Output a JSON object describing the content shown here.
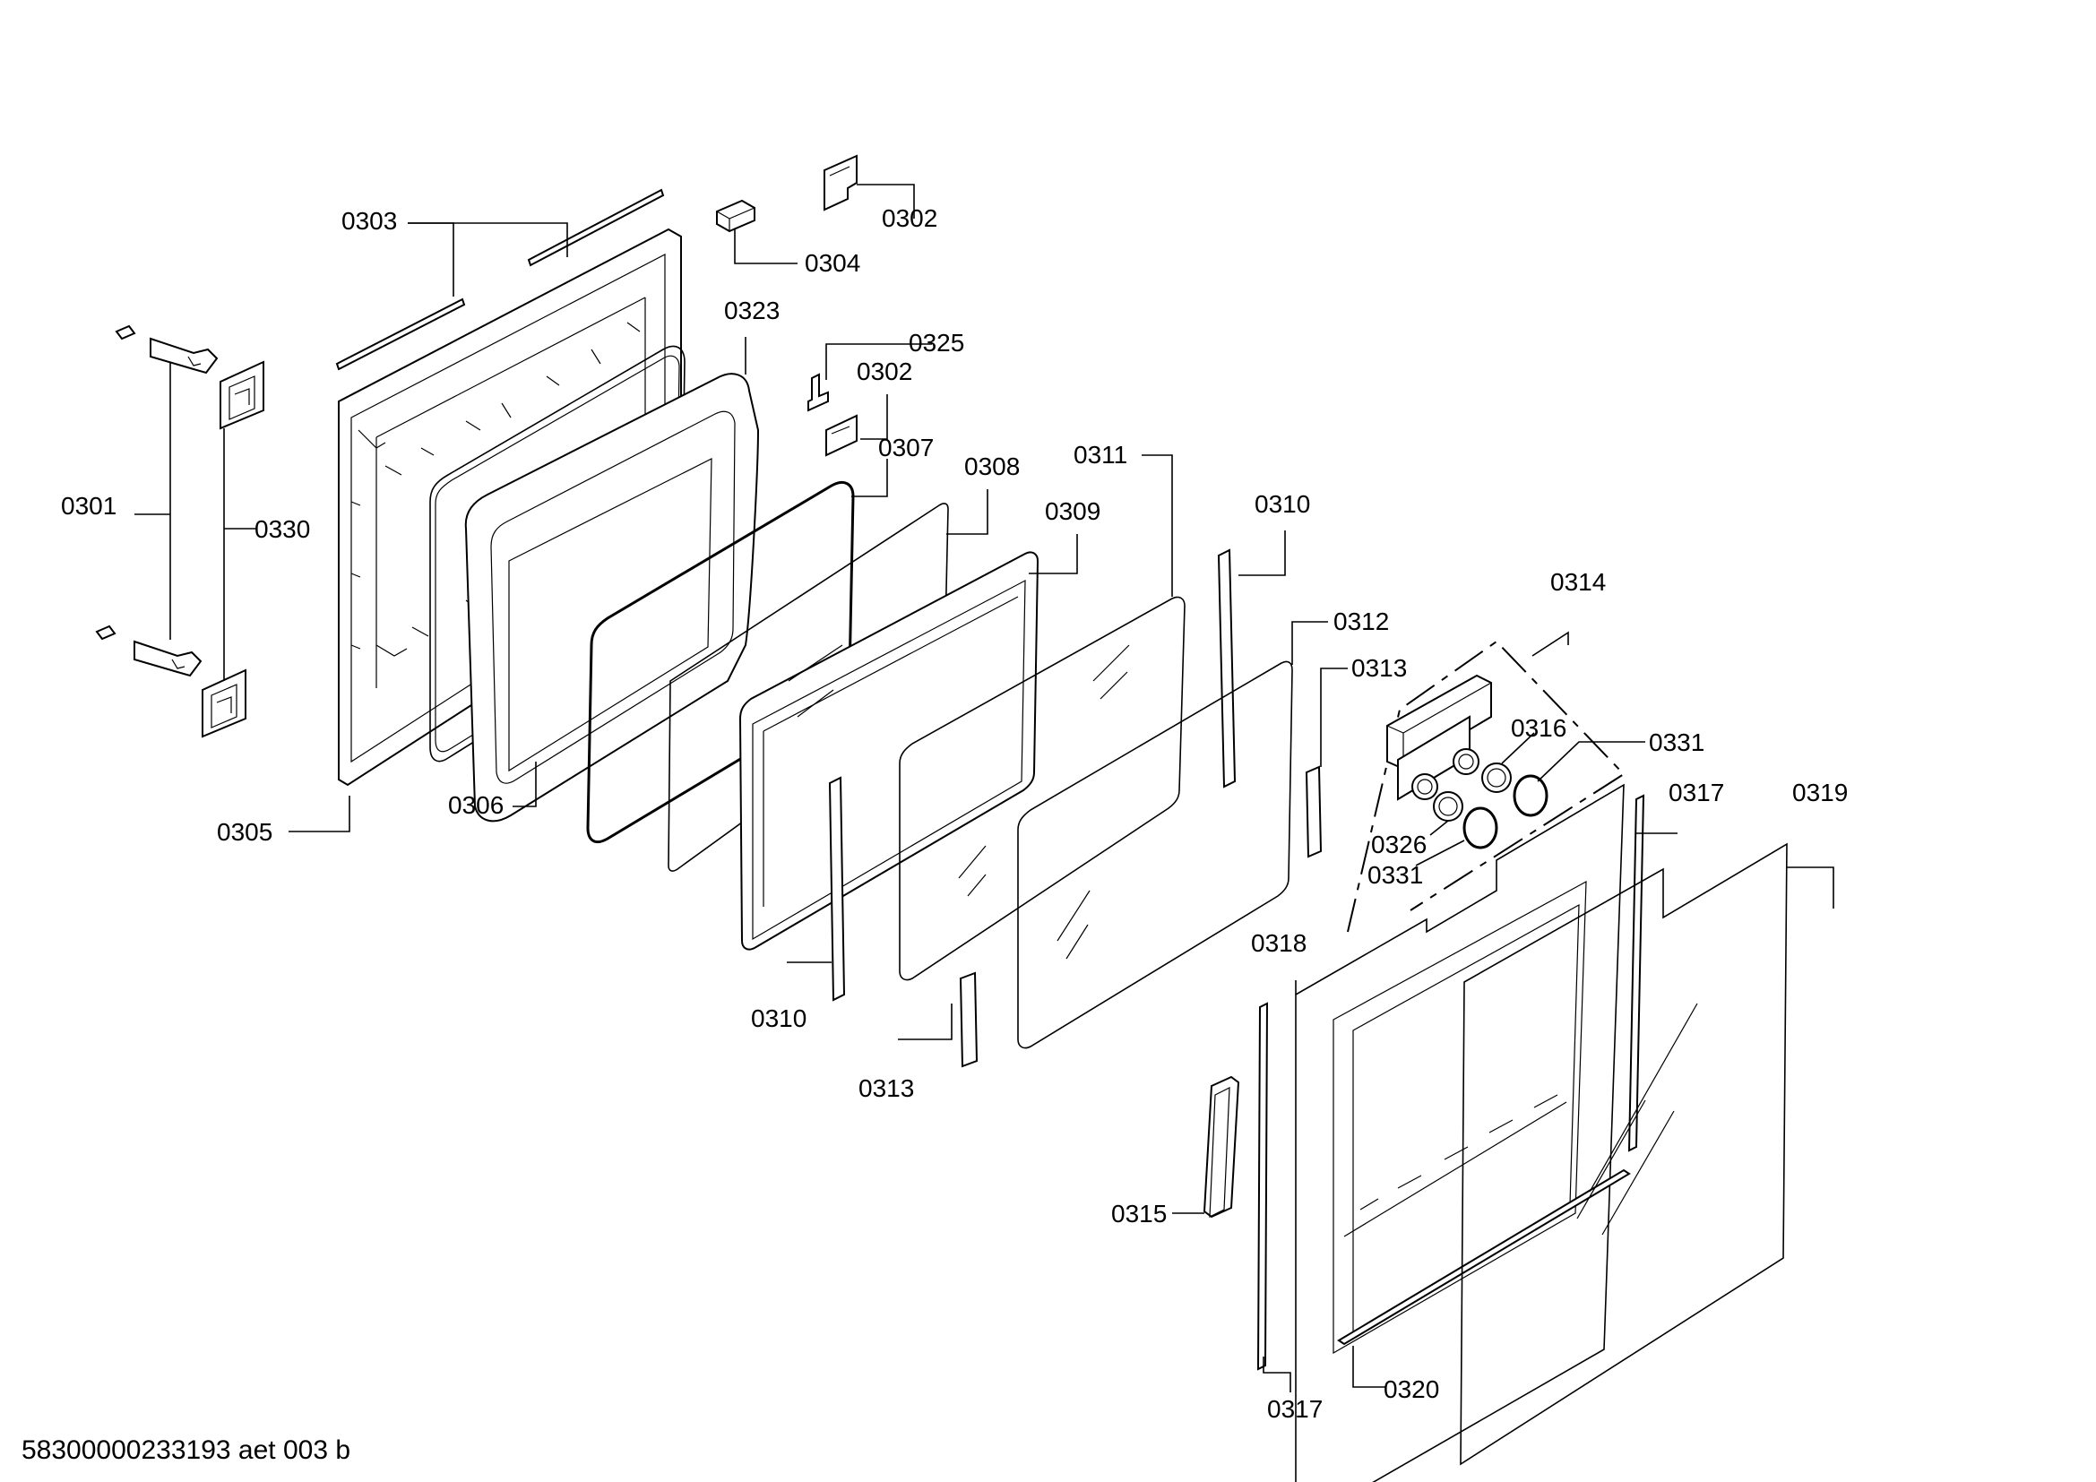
{
  "labels": {
    "p0301": "0301",
    "p0302a": "0302",
    "p0302b": "0302",
    "p0303": "0303",
    "p0304": "0304",
    "p0305": "0305",
    "p0306": "0306",
    "p0307": "0307",
    "p0308": "0308",
    "p0309": "0309",
    "p0310a": "0310",
    "p0310b": "0310",
    "p0311": "0311",
    "p0312": "0312",
    "p0313a": "0313",
    "p0313b": "0313",
    "p0314": "0314",
    "p0315": "0315",
    "p0316": "0316",
    "p0317a": "0317",
    "p0317b": "0317",
    "p0318": "0318",
    "p0319": "0319",
    "p0320": "0320",
    "p0323": "0323",
    "p0325": "0325",
    "p0326": "0326",
    "p0330": "0330",
    "p0331a": "0331",
    "p0331b": "0331"
  },
  "footer": "58300000233193 aet 003 b",
  "colors": {
    "line": "#000000",
    "background": "#ffffff"
  }
}
